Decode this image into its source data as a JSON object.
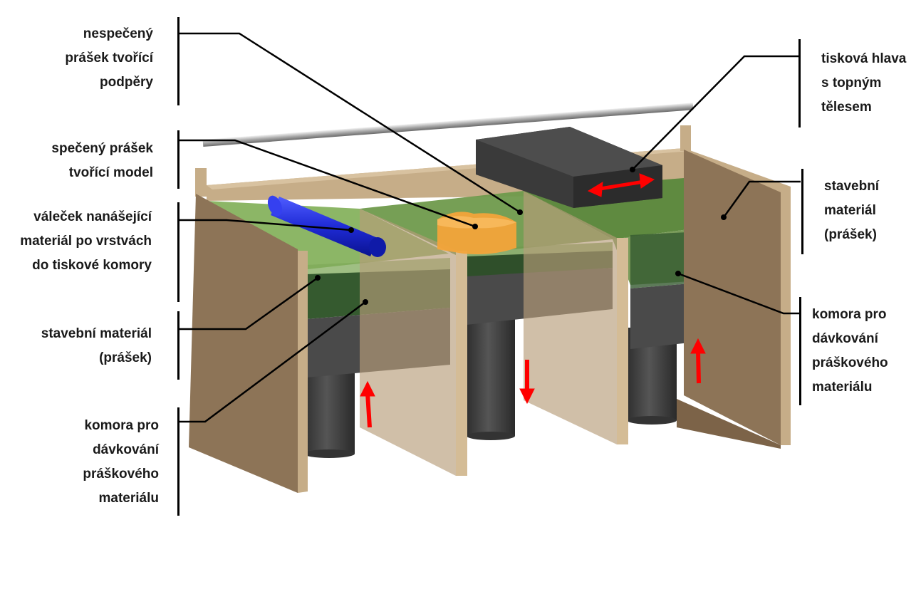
{
  "labels": {
    "unsintered_powder": [
      "nespečený",
      "prášek tvořící",
      "podpěry"
    ],
    "sintered_powder": [
      "spečený prášek",
      "tvořící model"
    ],
    "roller": [
      "váleček nanášející",
      "materiál po vrstvách",
      "do tiskové komory"
    ],
    "build_material_left": [
      "stavební materiál",
      "(prášek)"
    ],
    "feed_chamber_left": [
      "komora pro",
      "dávkování",
      "práškového",
      "materiálu"
    ],
    "print_head": [
      "tisková hlava",
      "s topným",
      "tělesem"
    ],
    "build_material_right": [
      "stavební",
      "materiál",
      "(prášek)"
    ],
    "feed_chamber_right": [
      "komora pro",
      "dávkování",
      "práškového",
      "materiálu"
    ]
  },
  "colors": {
    "wall": "#b79c79",
    "wall_dark": "#8d7457",
    "powder": "#6f9a4c",
    "powder_dark": "#355a2f",
    "piston": "#454545",
    "roller": "#1f2bd6",
    "model": "#f3a43a",
    "arrow": "#ff0000"
  }
}
